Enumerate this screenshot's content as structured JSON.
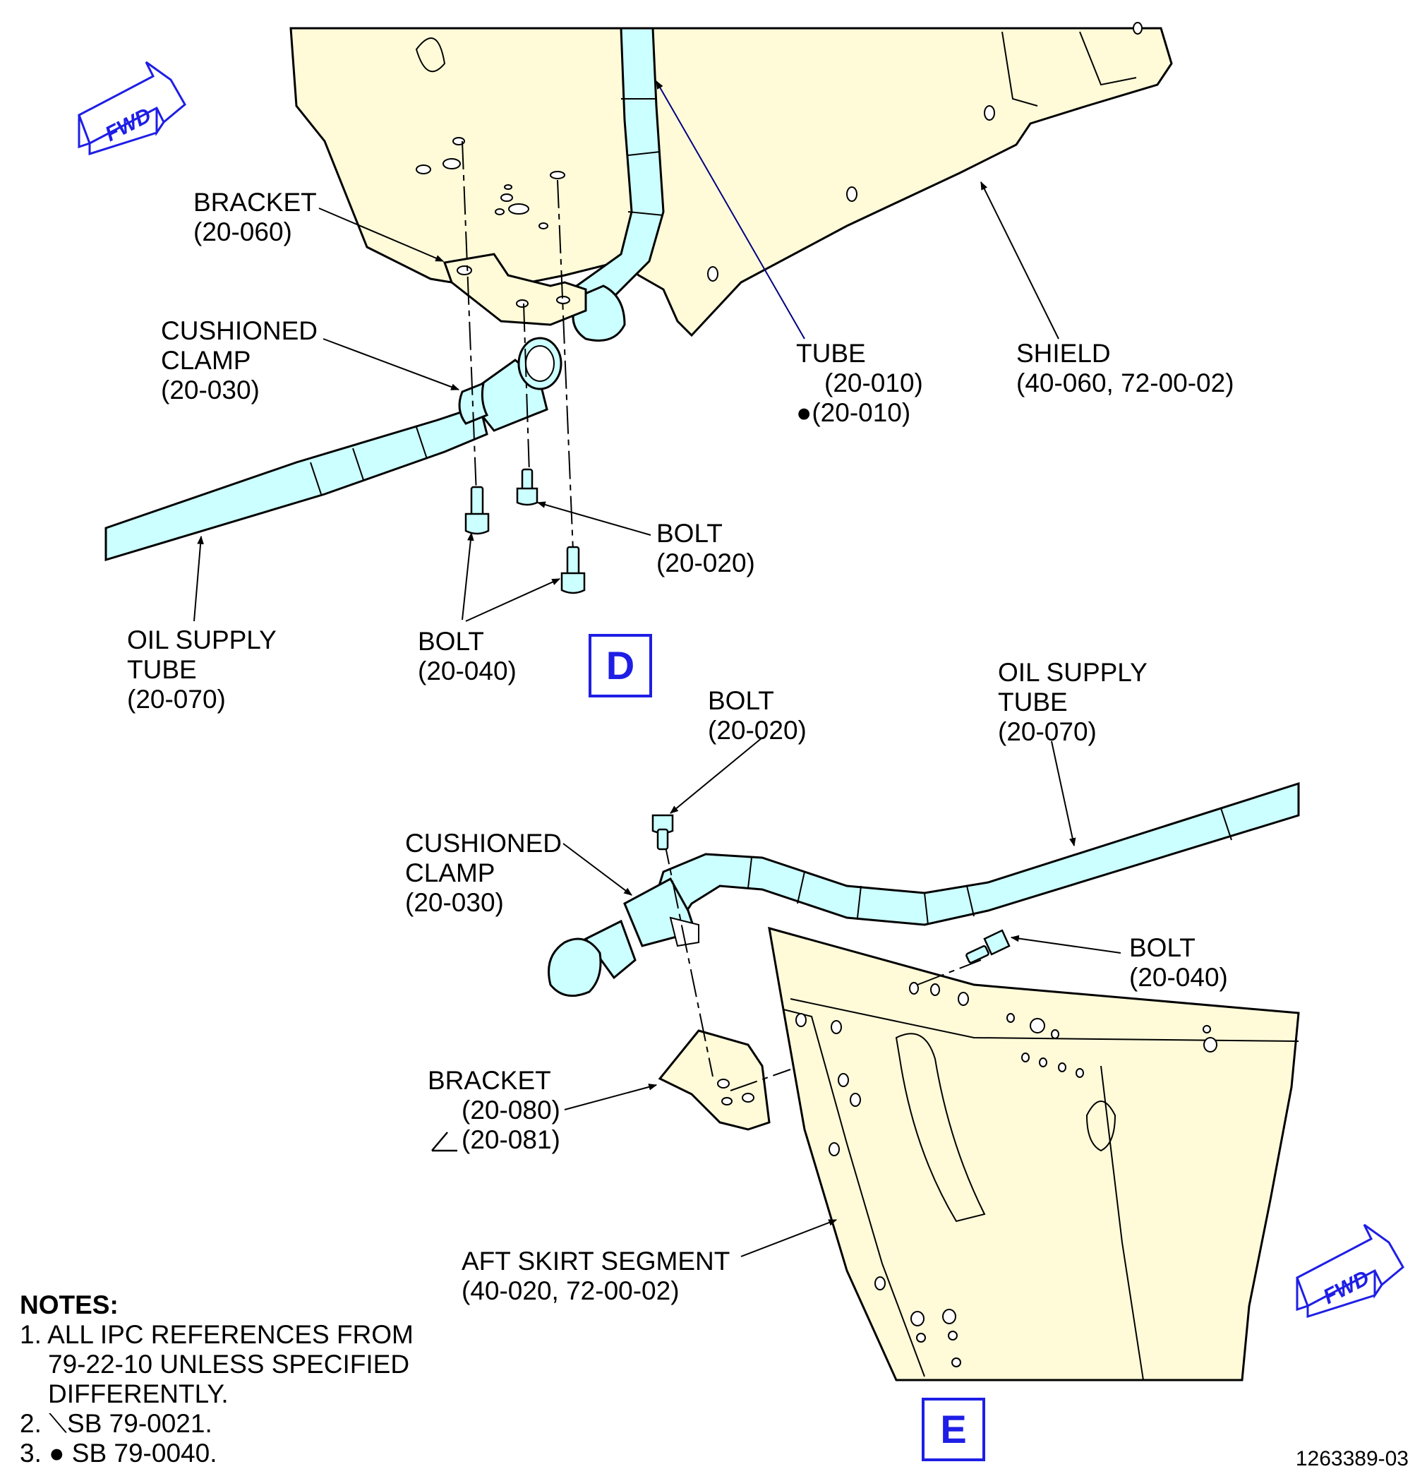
{
  "view_d": {
    "box_label": "D",
    "bracket": [
      "BRACKET",
      "(20-060)"
    ],
    "cushioned_clamp": [
      "CUSHIONED",
      "CLAMP",
      "(20-030)"
    ],
    "tube": [
      "TUBE",
      "(20-010)",
      "●(20-010)"
    ],
    "shield": [
      "SHIELD",
      "(40-060, 72-00-02)"
    ],
    "bolt_020": [
      "BOLT",
      "(20-020)"
    ],
    "bolt_040": [
      "BOLT",
      "(20-040)"
    ],
    "oil_supply_tube": [
      "OIL SUPPLY",
      "TUBE",
      "(20-070)"
    ]
  },
  "view_e": {
    "box_label": "E",
    "bolt_020": [
      "BOLT",
      "(20-020)"
    ],
    "oil_supply_tube": [
      "OIL SUPPLY",
      "TUBE",
      "(20-070)"
    ],
    "cushioned_clamp": [
      "CUSHIONED",
      "CLAMP",
      "(20-030)"
    ],
    "bolt_040": [
      "BOLT",
      "(20-040)"
    ],
    "bracket": [
      "BRACKET",
      "(20-080)",
      "(20-081)"
    ],
    "aft_skirt": [
      "AFT SKIRT SEGMENT",
      "(40-020, 72-00-02)"
    ]
  },
  "fwd_label": "FWD",
  "notes": {
    "title": "NOTES:",
    "n1": [
      "1. ALL IPC REFERENCES FROM",
      "79-22-10 UNLESS SPECIFIED",
      "DIFFERENTLY."
    ],
    "n2": "2. ⟍SB 79-0021.",
    "n3": "3. ● SB 79-0040."
  },
  "figure_number": "1263389-03",
  "colors": {
    "part_fill": "#fffbd9",
    "tube_fill": "#ccffff",
    "callout_box": "#1e1ee6",
    "fwd_arrow": "#1e1ee6"
  }
}
